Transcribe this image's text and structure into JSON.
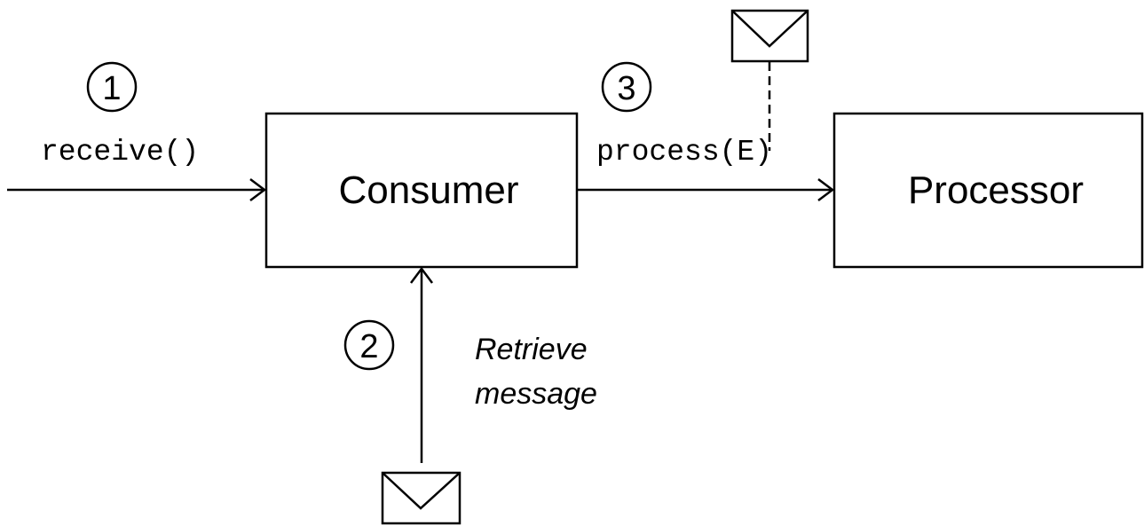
{
  "steps": {
    "step1": "1",
    "step2": "2",
    "step3": "3"
  },
  "boxes": {
    "consumer": "Consumer",
    "processor": "Processor"
  },
  "labels": {
    "receive_call": "receive()",
    "process_call": "process(E)",
    "retrieve_line1": "Retrieve",
    "retrieve_line2": "message"
  },
  "icons": {
    "incoming_message": "envelope-icon",
    "exchange_message": "envelope-icon"
  }
}
